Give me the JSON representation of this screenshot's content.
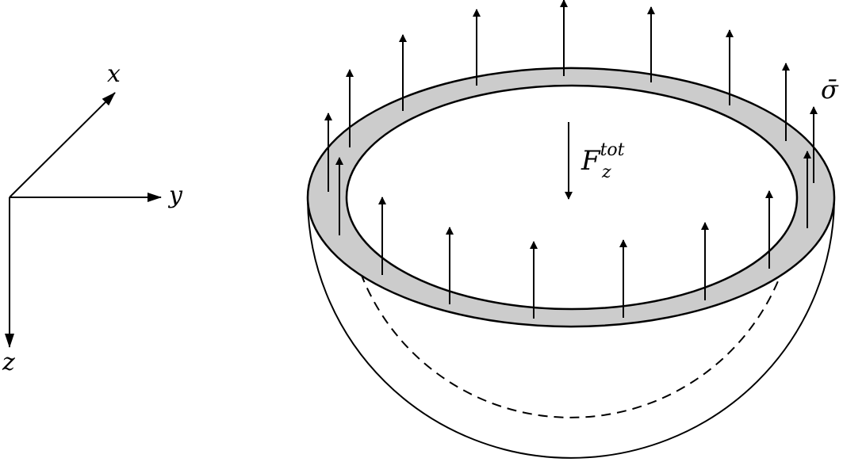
{
  "axes": {
    "x_label": "x",
    "y_label": "y",
    "z_label": "z"
  },
  "force_label": {
    "symbol": "F",
    "subscript": "z",
    "superscript": "tot"
  },
  "stress_label": "σ̄",
  "colors": {
    "ring_fill": "#cccccc",
    "stroke": "#000000"
  }
}
